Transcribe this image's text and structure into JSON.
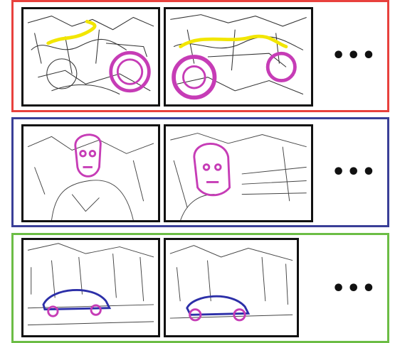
{
  "groups": [
    {
      "id": "motorbike",
      "border_color": "#e8413d",
      "annotation_colors": {
        "part_a": "#f2e600",
        "part_b": "#c63cb6"
      },
      "ellipsis": "•••"
    },
    {
      "id": "person",
      "border_color": "#3a3f97",
      "annotation_colors": {
        "part_a": "#c63cb6"
      },
      "ellipsis": "•••"
    },
    {
      "id": "car",
      "border_color": "#6cbd45",
      "annotation_colors": {
        "part_a": "#2c2fa8",
        "part_b": "#c63cb6"
      },
      "ellipsis": "•••"
    }
  ]
}
